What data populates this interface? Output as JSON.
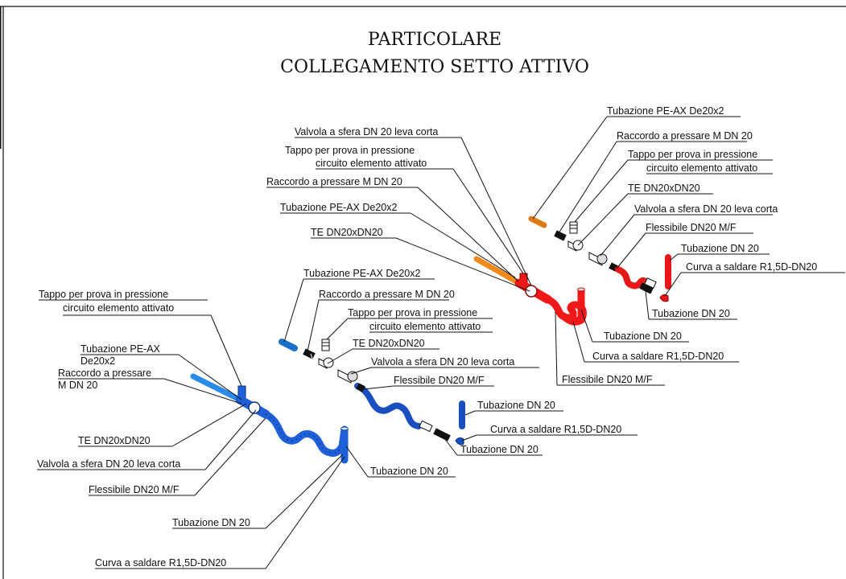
{
  "title": {
    "line1": "PARTICOLARE",
    "line2": "COLLEGAMENTO SETTO ATTIVO"
  },
  "assemblies": {
    "blue_left": {
      "color": "#1f5fd8",
      "pe_color": "#2b8be8",
      "labels": {
        "tappo_1": "Tappo per prova in pressione",
        "tappo_2": "circuito elemento attivato",
        "tubo_pe_1": "Tubazione PE-AX",
        "tubo_pe_2": "De20x2",
        "raccordo_1": "Raccordo a pressare",
        "raccordo_2": "M DN 20",
        "te": "TE DN20xDN20",
        "valvola": "Valvola a sfera DN 20 leva corta",
        "flessibile": "Flessibile DN20 M/F",
        "tubo_dn_a": "Tubazione DN 20",
        "tubo_dn_b": "Tubazione DN 20",
        "curva": "Curva a saldare R1,5D-DN20"
      }
    },
    "center": {
      "pe_color": "#1a6fc9",
      "labels": {
        "tubo_pe": "Tubazione PE-AX De20x2",
        "raccordo": "Raccordo a pressare M DN 20",
        "tappo_1": "Tappo per prova in pressione",
        "tappo_2": "circuito elemento attivato",
        "te": "TE DN20xDN20",
        "valvola": "Valvola a sfera DN 20 leva corta",
        "flessibile": "Flessibile DN20 M/F",
        "tubo_dn_a": "Tubazione DN 20",
        "curva": "Curva a saldare R1,5D-DN20",
        "tubo_dn_b": "Tubazione DN 20"
      }
    },
    "orange_red": {
      "color": "#f01818",
      "pe_color": "#f08a1c",
      "labels": {
        "valvola": "Valvola a sfera DN 20 leva corta",
        "tappo_1": "Tappo per prova in pressione",
        "tappo_2": "circuito elemento attivato",
        "raccordo": "Raccordo a pressare M DN 20",
        "tubo_pe": "Tubazione PE-AX De20x2",
        "te": "TE DN20xDN20",
        "tubo_dn": "Tubazione DN 20",
        "curva": "Curva a saldare R1,5D-DN20",
        "flessibile": "Flessibile DN20 M/F"
      }
    },
    "exploded_right": {
      "color": "#e81818",
      "pe_color": "#e07a18",
      "labels": {
        "tubo_pe": "Tubazione PE-AX De20x2",
        "raccordo": "Raccordo a pressare M DN 20",
        "tappo_1": "Tappo per prova in pressione",
        "tappo_2": "circuito elemento attivato",
        "te": "TE DN20xDN20",
        "valvola": "Valvola a sfera DN 20 leva corta",
        "flessibile": "Flessibile DN20 M/F",
        "tubo_dn_a": "Tubazione DN 20",
        "curva": "Curva a saldare R1,5D-DN20",
        "tubo_dn_b": "Tubazione DN 20"
      }
    }
  }
}
